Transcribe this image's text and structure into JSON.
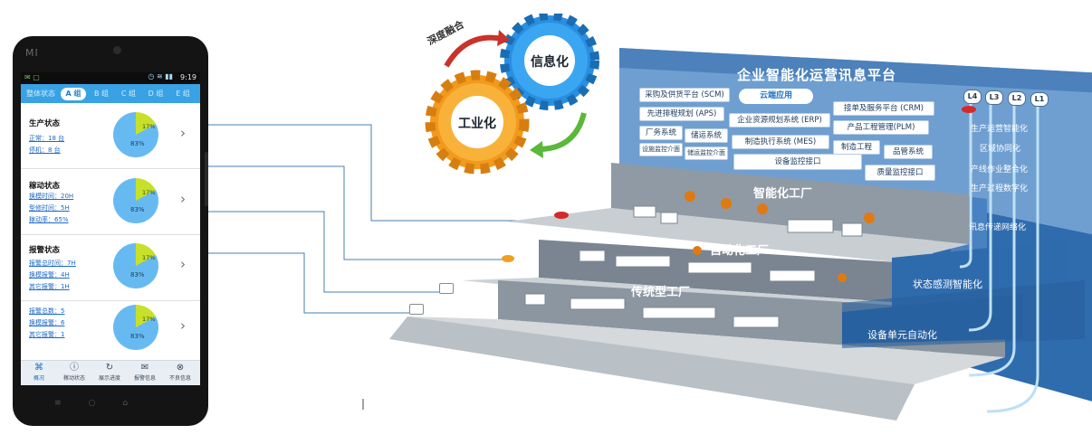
{
  "phone": {
    "brand": "MI",
    "status_time": "9:19",
    "tabs": [
      {
        "label": "整体状态",
        "active": false
      },
      {
        "label": "A 组",
        "active": true
      },
      {
        "label": "B 组",
        "active": false
      },
      {
        "label": "C 组",
        "active": false
      },
      {
        "label": "D 组",
        "active": false
      },
      {
        "label": "E 组",
        "active": false
      }
    ],
    "cards": [
      {
        "title": "生产状态",
        "lines": [
          "正常：18 台",
          "停机：8 台"
        ],
        "pie_big": "83%",
        "pie_small": "17%",
        "pie_fraction": 0.17
      },
      {
        "title": "稼动状态",
        "lines": [
          "换模时间：20H",
          "型修时间：5H",
          "稼动率：65%"
        ],
        "pie_big": "83%",
        "pie_small": "17%",
        "pie_fraction": 0.17
      },
      {
        "title": "报警状态",
        "lines": [
          "报警总时间：7H",
          "换模报警：4H",
          "其它报警：1H"
        ],
        "pie_big": "83%",
        "pie_small": "17%",
        "pie_fraction": 0.17
      },
      {
        "title": "",
        "lines": [
          "报警总数：5",
          "换模报警：6",
          "其它报警：1"
        ],
        "pie_big": "83%",
        "pie_small": "17%",
        "pie_fraction": 0.17
      }
    ],
    "bottom_nav": [
      {
        "label": "概况",
        "icon": "grid-icon",
        "glyph": "⌘",
        "active": true
      },
      {
        "label": "稼动状态",
        "icon": "info-icon",
        "glyph": "ⓘ",
        "active": false
      },
      {
        "label": "展示进度",
        "icon": "refresh-icon",
        "glyph": "↻",
        "active": false
      },
      {
        "label": "报警信息",
        "icon": "mail-icon",
        "glyph": "✉",
        "active": false
      },
      {
        "label": "不良信息",
        "icon": "cancel-icon",
        "glyph": "⊗",
        "active": false
      }
    ]
  },
  "gears": {
    "arrow_label": "深度融合",
    "info": "信息化",
    "industry": "工业化"
  },
  "platform": {
    "title": "企业智能化运营讯息平台",
    "cloud": "云端应用",
    "systems_row1": [
      "采购及供货平台 (SCM)",
      "接单及服务平台 (CRM)"
    ],
    "systems_row2": [
      "先进排程规划 (APS)",
      "企业资源规划系统 (ERP)",
      "产品工程管理(PLM)"
    ],
    "systems_row3": [
      "厂务系统",
      "储运系统",
      "制造执行系统 (MES)",
      "制造工程",
      "品管系统"
    ],
    "systems_row4": [
      "设施监控介面",
      "储运监控介面",
      "设备监控接口",
      "质量监控接口"
    ],
    "levels": [
      "L4",
      "L3",
      "L2",
      "L1"
    ],
    "side_labels": [
      "生产运营智能化",
      "区域协同化",
      "产线作业整合化",
      "生产过程数字化",
      "讯息传递网络化",
      "状态感测智能化",
      "设备单元自动化"
    ],
    "tiers": [
      "智能化工厂",
      "自动化工厂",
      "传统型工厂"
    ]
  },
  "colors": {
    "phone_tab": "#39a2e4",
    "pie_main": "#67baf1",
    "pie_accent": "#c7e02a",
    "platform_top": "#5b8fc4",
    "tier": "#7f8b96",
    "connector": "#4a7fb0"
  }
}
